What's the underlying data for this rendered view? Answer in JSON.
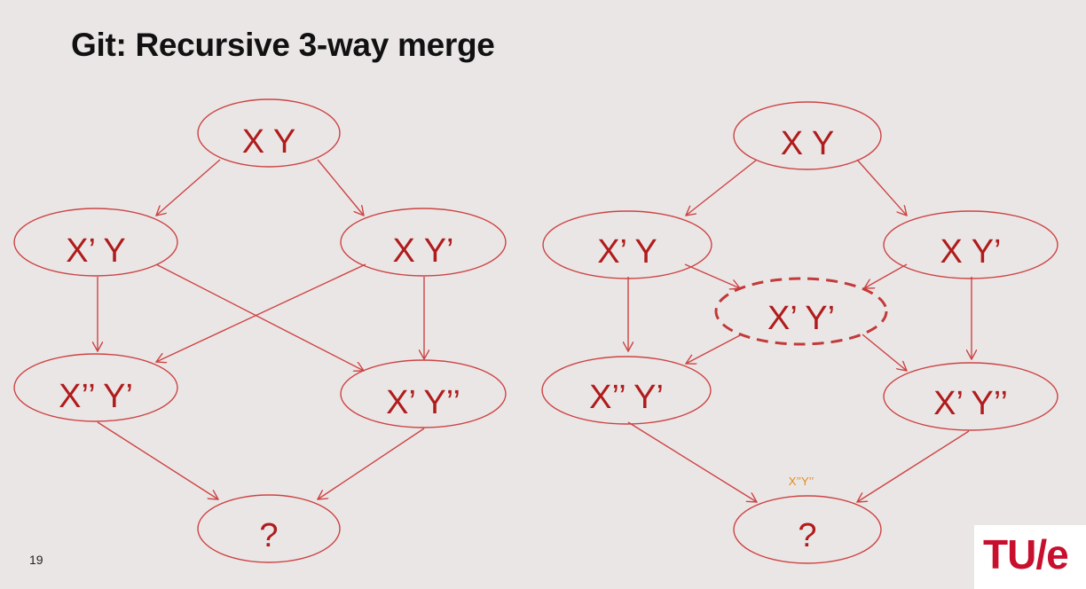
{
  "slide": {
    "title": "Git: Recursive 3-way merge",
    "page_number": "19",
    "logo_text": "TU/e"
  },
  "colors": {
    "background": "#ebe6e6",
    "node_stroke": "#cc4444",
    "node_text": "#b01c1c",
    "annotation": "#e08a1e",
    "logo": "#c8102e"
  },
  "left_diagram": {
    "nodes": {
      "root": "X Y",
      "left": "X’ Y",
      "right": "X Y’",
      "merge_left": "X’’ Y’",
      "merge_right": "X’ Y’’",
      "result": "?"
    }
  },
  "right_diagram": {
    "nodes": {
      "root": "X Y",
      "left": "X’ Y",
      "right": "X Y’",
      "virtual_base": "X’ Y’",
      "merge_left": "X’’ Y’",
      "merge_right": "X’ Y’’",
      "result": "?"
    },
    "result_annotation": "X’’Y’’"
  }
}
